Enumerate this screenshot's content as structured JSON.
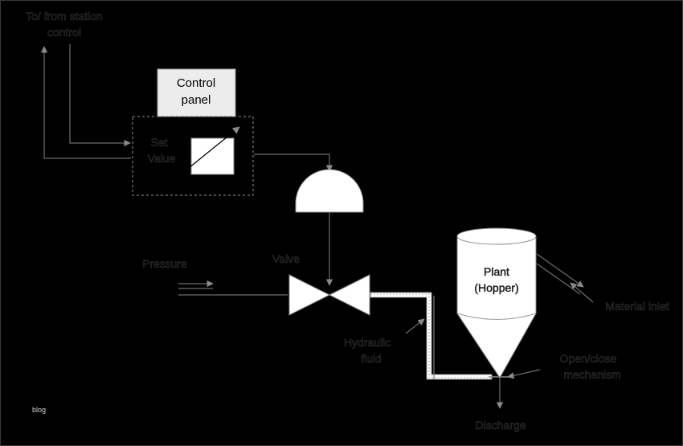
{
  "labels": {
    "station_line1": "To/ from station",
    "station_line2": "control",
    "control_panel_line1": "Control",
    "control_panel_line2": "panel",
    "set_value_line1": "Set",
    "set_value_line2": "Value",
    "pressure": "Pressure",
    "valve": "Valve",
    "plant_line1": "Plant",
    "plant_line2": "(Hopper)",
    "material_inlet": "Material inlet",
    "hydraulic_line1": "Hydraulic",
    "hydraulic_line2": "fluid",
    "open_close_line1": "Open/close",
    "open_close_line2": "mechanism",
    "discharge": "Discharge",
    "watermark": "blog"
  },
  "colors": {
    "background": "#000000",
    "panel_fill": "#ececec",
    "component_fill": "#ffffff",
    "line": "#6e6e6e"
  }
}
